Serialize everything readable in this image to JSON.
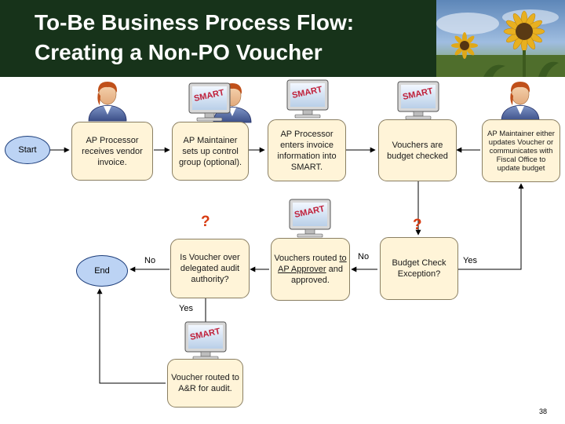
{
  "title": {
    "line1": "To-Be Business Process Flow:",
    "line2": "Creating a Non-PO Voucher"
  },
  "nodes": {
    "start": "Start",
    "end": "End",
    "box1": "AP Processor receives vendor invoice.",
    "box2": "AP Maintainer sets up control group (optional).",
    "box3": "AP Processor enters invoice information into SMART.",
    "box4": "Vouchers are budget checked",
    "box5": "AP Maintainer either updates Voucher or communicates with Fiscal Office to update budget",
    "box6": "Budget Check Exception?",
    "box7_part1": "Vouchers routed ",
    "box7_u1": "to AP Approver",
    "box7_part2": " and approved.",
    "box8": "Is Voucher over delegated audit authority?",
    "box9": "Voucher routed to A&R for audit."
  },
  "labels": {
    "no1": "No",
    "no2": "No",
    "yes1": "Yes",
    "yes2": "Yes",
    "question": "?"
  },
  "smart_label": "SMART",
  "page_number": "38",
  "icons": [
    "person-icon",
    "smart-monitor-icon",
    "question-mark-icon",
    "sunflower-photo"
  ],
  "colors": {
    "header": "#17331a",
    "box_fill": "#fff4d8",
    "terminal_fill": "#bcd3f4",
    "question_mark": "#d83a10",
    "smart_text": "#c0203a"
  }
}
